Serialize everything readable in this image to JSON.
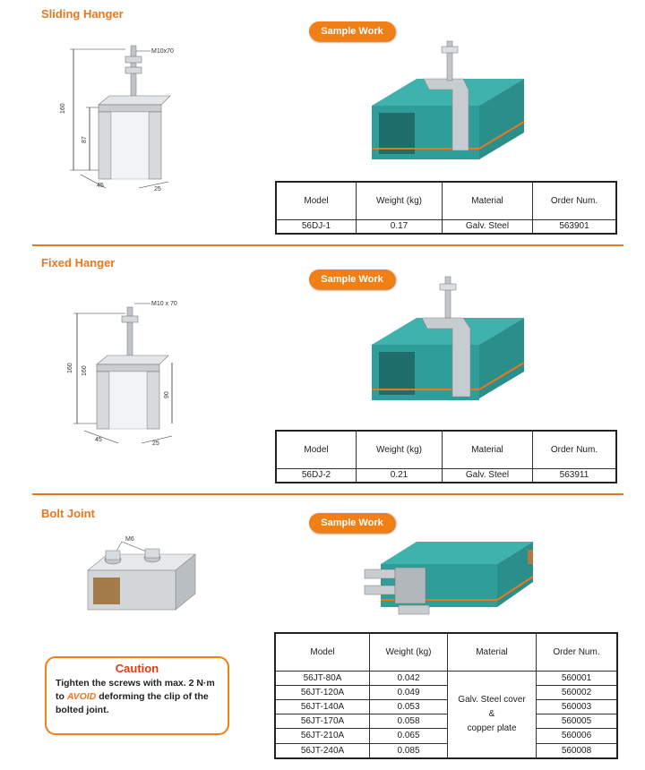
{
  "sections": [
    {
      "title": "Sliding Hanger",
      "sample_label": "Sample Work",
      "dims": {
        "screw": "M10x70",
        "height": "160",
        "inner": "87",
        "w1": "45",
        "w2": "25"
      },
      "table": {
        "headers": [
          "Model",
          "Weight (kg)",
          "Material",
          "Order Num."
        ],
        "rows": [
          [
            "56DJ-1",
            "0.17",
            "Galv. Steel",
            "563901"
          ]
        ]
      }
    },
    {
      "title": "Fixed Hanger",
      "sample_label": "Sample Work",
      "dims": {
        "screw": "M10 x 70",
        "height": "160",
        "height2": "160",
        "inner": "90",
        "w1": "45",
        "w2": "25"
      },
      "table": {
        "headers": [
          "Model",
          "Weight (kg)",
          "Material",
          "Order Num."
        ],
        "rows": [
          [
            "56DJ-2",
            "0.21",
            "Galv. Steel",
            "563911"
          ]
        ]
      }
    },
    {
      "title": "Bolt Joint",
      "sample_label": "Sample Work",
      "dims": {
        "screw": "M6"
      },
      "table": {
        "headers": [
          "Model",
          "Weight (kg)",
          "Material",
          "Order Num."
        ],
        "rows": [
          [
            "56JT-80A",
            "0.042",
            "560001"
          ],
          [
            "56JT-120A",
            "0.049",
            "560002"
          ],
          [
            "56JT-140A",
            "0.053",
            "560003"
          ],
          [
            "56JT-170A",
            "0.058",
            "560005"
          ],
          [
            "56JT-210A",
            "0.065",
            "560006"
          ],
          [
            "56JT-240A",
            "0.085",
            "560008"
          ]
        ],
        "material_lines": [
          "Galv. Steel cover",
          "&",
          "copper plate"
        ]
      }
    }
  ],
  "caution": {
    "title": "Caution",
    "text_before": "Tighten the screws with max. 2 N·m to ",
    "emphasis": "AVOID",
    "text_after": " deforming the clip of the bolted joint."
  },
  "colors": {
    "accent": "#f07f16",
    "rail": "#2f9e9a",
    "stripe": "#e8781e"
  }
}
